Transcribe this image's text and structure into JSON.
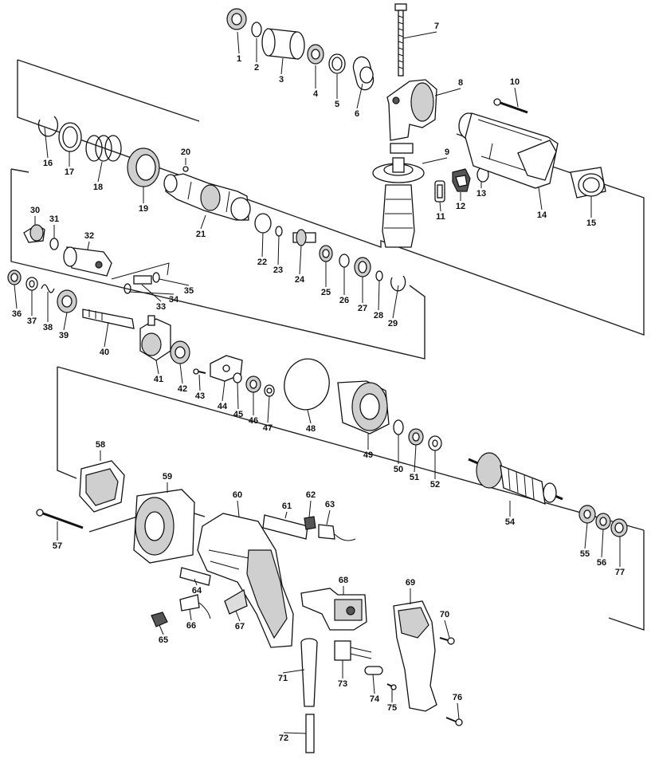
{
  "parts": [
    {
      "id": "p1",
      "label": "1"
    },
    {
      "id": "p2",
      "label": "2"
    },
    {
      "id": "p3",
      "label": "3"
    },
    {
      "id": "p4",
      "label": "4"
    },
    {
      "id": "p5",
      "label": "5"
    },
    {
      "id": "p6",
      "label": "6"
    },
    {
      "id": "p7",
      "label": "7"
    },
    {
      "id": "p8",
      "label": "8"
    },
    {
      "id": "p9",
      "label": "9"
    },
    {
      "id": "p10",
      "label": "10"
    },
    {
      "id": "p11",
      "label": "11"
    },
    {
      "id": "p12",
      "label": "12"
    },
    {
      "id": "p13",
      "label": "13"
    },
    {
      "id": "p14",
      "label": "14"
    },
    {
      "id": "p15",
      "label": "15"
    },
    {
      "id": "p16",
      "label": "16"
    },
    {
      "id": "p17",
      "label": "17"
    },
    {
      "id": "p18",
      "label": "18"
    },
    {
      "id": "p19",
      "label": "19"
    },
    {
      "id": "p20",
      "label": "20"
    },
    {
      "id": "p21",
      "label": "21"
    },
    {
      "id": "p22",
      "label": "22"
    },
    {
      "id": "p23",
      "label": "23"
    },
    {
      "id": "p24",
      "label": "24"
    },
    {
      "id": "p25",
      "label": "25"
    },
    {
      "id": "p26",
      "label": "26"
    },
    {
      "id": "p27",
      "label": "27"
    },
    {
      "id": "p28",
      "label": "28"
    },
    {
      "id": "p29",
      "label": "29"
    },
    {
      "id": "p30",
      "label": "30"
    },
    {
      "id": "p31",
      "label": "31"
    },
    {
      "id": "p32",
      "label": "32"
    },
    {
      "id": "p33",
      "label": "33"
    },
    {
      "id": "p34",
      "label": "34"
    },
    {
      "id": "p35",
      "label": "35"
    },
    {
      "id": "p36",
      "label": "36"
    },
    {
      "id": "p37",
      "label": "37"
    },
    {
      "id": "p38",
      "label": "38"
    },
    {
      "id": "p39",
      "label": "39"
    },
    {
      "id": "p40",
      "label": "40"
    },
    {
      "id": "p41",
      "label": "41"
    },
    {
      "id": "p42",
      "label": "42"
    },
    {
      "id": "p43",
      "label": "43"
    },
    {
      "id": "p44",
      "label": "44"
    },
    {
      "id": "p45",
      "label": "45"
    },
    {
      "id": "p46",
      "label": "46"
    },
    {
      "id": "p47",
      "label": "47"
    },
    {
      "id": "p48",
      "label": "48"
    },
    {
      "id": "p49",
      "label": "49"
    },
    {
      "id": "p50",
      "label": "50"
    },
    {
      "id": "p51",
      "label": "51"
    },
    {
      "id": "p52",
      "label": "52"
    },
    {
      "id": "p54",
      "label": "54"
    },
    {
      "id": "p55",
      "label": "55"
    },
    {
      "id": "p56",
      "label": "56"
    },
    {
      "id": "p57",
      "label": "57"
    },
    {
      "id": "p58",
      "label": "58"
    },
    {
      "id": "p59",
      "label": "59"
    },
    {
      "id": "p60",
      "label": "60"
    },
    {
      "id": "p61",
      "label": "61"
    },
    {
      "id": "p62",
      "label": "62"
    },
    {
      "id": "p63",
      "label": "63"
    },
    {
      "id": "p64",
      "label": "64"
    },
    {
      "id": "p65",
      "label": "65"
    },
    {
      "id": "p66",
      "label": "66"
    },
    {
      "id": "p67",
      "label": "67"
    },
    {
      "id": "p68",
      "label": "68"
    },
    {
      "id": "p69",
      "label": "69"
    },
    {
      "id": "p70",
      "label": "70"
    },
    {
      "id": "p71",
      "label": "71"
    },
    {
      "id": "p72",
      "label": "72"
    },
    {
      "id": "p73",
      "label": "73"
    },
    {
      "id": "p74",
      "label": "74"
    },
    {
      "id": "p75",
      "label": "75"
    },
    {
      "id": "p76",
      "label": "76"
    },
    {
      "id": "p77",
      "label": "77"
    }
  ]
}
